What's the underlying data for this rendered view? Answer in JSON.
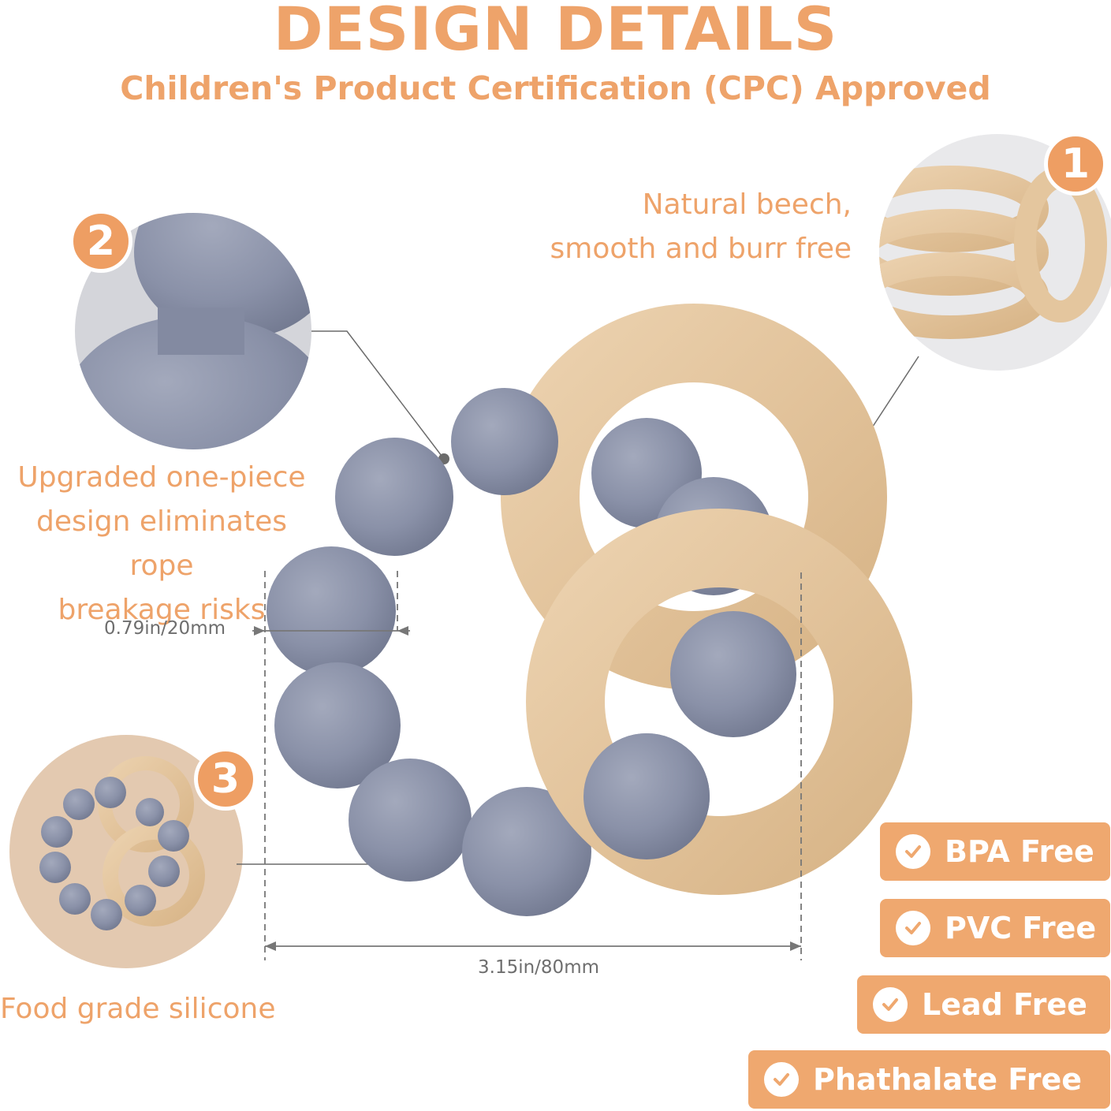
{
  "header": {
    "title": "DESIGN DETAILS",
    "subtitle": "Children's Product Certification (CPC) Approved"
  },
  "callouts": [
    {
      "number": "1",
      "lines": [
        "Natural beech,",
        "smooth and burr free"
      ]
    },
    {
      "number": "2",
      "lines": [
        "Upgraded one-piece",
        "design eliminates rope",
        "breakage risks"
      ]
    },
    {
      "number": "3",
      "lines": [
        "Food grade silicone"
      ]
    }
  ],
  "dimensions": {
    "bead": "0.79in/20mm",
    "width": "3.15in/80mm"
  },
  "badges": [
    {
      "label": "BPA Free",
      "icon": "check-circle-icon"
    },
    {
      "label": "PVC Free",
      "icon": "check-circle-icon"
    },
    {
      "label": "Lead Free",
      "icon": "check-circle-icon"
    },
    {
      "label": "Phathalate Free",
      "icon": "check-circle-icon"
    }
  ],
  "colors": {
    "accent": "#EEA36A",
    "silicone": "#8A91A8",
    "wood": "#E6C9A2"
  }
}
